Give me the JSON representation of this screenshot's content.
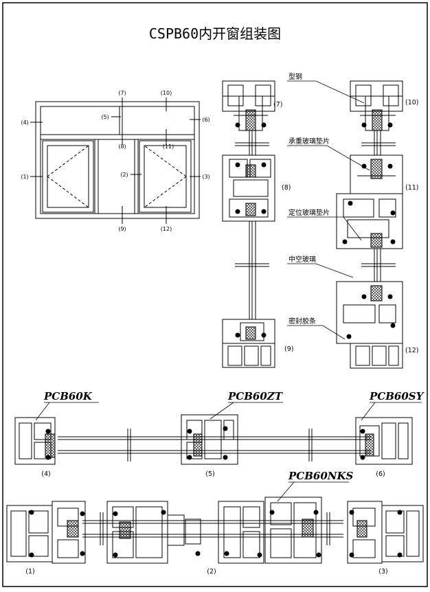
{
  "title": "CSPB60内开窗组装图",
  "elevation": {
    "labels": {
      "n1": "(1)",
      "n2": "(2)",
      "n3": "(3)",
      "n4": "(4)",
      "n5": "(5)",
      "n6": "(6)",
      "n7": "(7)",
      "n8": "(8)",
      "n9": "(9)",
      "n10": "(10)",
      "n11": "(11)",
      "n12": "(12)"
    }
  },
  "vertical_sections": {
    "left_numbers": {
      "n7": "(7)",
      "n8": "(8)",
      "n9": "(9)"
    },
    "right_numbers": {
      "n10": "(10)",
      "n11": "(11)",
      "n12": "(12)"
    },
    "callouts": {
      "steel": "型钢",
      "setting_block": "承重玻璃垫片",
      "location_block": "定位玻璃垫片",
      "insulating_glass": "中空玻璃",
      "sealant_strip": "密封胶条"
    }
  },
  "horizontal_sections": {
    "codes": {
      "k": "PCB60K",
      "zt": "PCB60ZT",
      "sy": "PCB60SY",
      "nks": "PCB60NKS"
    },
    "row1_numbers": {
      "n4": "(4)",
      "n5": "(5)",
      "n6": "(6)"
    },
    "row2_numbers": {
      "n1": "(1)",
      "n2": "(2)",
      "n3": "(3)"
    }
  }
}
